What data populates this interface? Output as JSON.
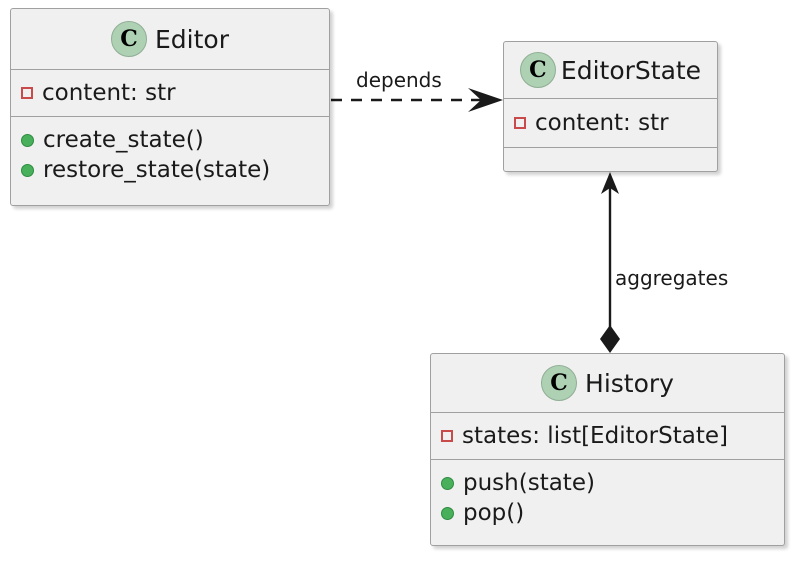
{
  "diagram": {
    "type": "uml-class-diagram",
    "background": "#ffffff",
    "classes": [
      {
        "id": "editor",
        "name": "Editor",
        "icon": "class-c-icon",
        "attributes": [
          {
            "marker": "private-field-icon",
            "text": "content: str"
          }
        ],
        "methods": [
          {
            "marker": "public-method-icon",
            "text": "create_state()"
          },
          {
            "marker": "public-method-icon",
            "text": "restore_state(state)"
          }
        ]
      },
      {
        "id": "editorstate",
        "name": "EditorState",
        "icon": "class-c-icon",
        "attributes": [
          {
            "marker": "private-field-icon",
            "text": "content: str"
          }
        ],
        "methods": []
      },
      {
        "id": "history",
        "name": "History",
        "icon": "class-c-icon",
        "attributes": [
          {
            "marker": "private-field-icon",
            "text": "states: list[EditorState]"
          }
        ],
        "methods": [
          {
            "marker": "public-method-icon",
            "text": "push(state)"
          },
          {
            "marker": "public-method-icon",
            "text": "pop()"
          }
        ]
      }
    ],
    "relationships": [
      {
        "id": "depends",
        "label": "depends",
        "from": "editor",
        "to": "editorstate",
        "style": "dashed",
        "head": "open-arrow"
      },
      {
        "id": "aggregates",
        "label": "aggregates",
        "from": "history",
        "to": "editorstate",
        "style": "solid",
        "head": "solid-arrow",
        "tail": "filled-diamond"
      }
    ],
    "colors": {
      "class_fill": "#f0f0f0",
      "class_border": "#a0a0a0",
      "icon_fill": "#add1b2",
      "private_marker": "#c94a4a",
      "public_marker": "#48b05a",
      "line": "#1a1a1a",
      "text": "#1a1a1a"
    }
  }
}
